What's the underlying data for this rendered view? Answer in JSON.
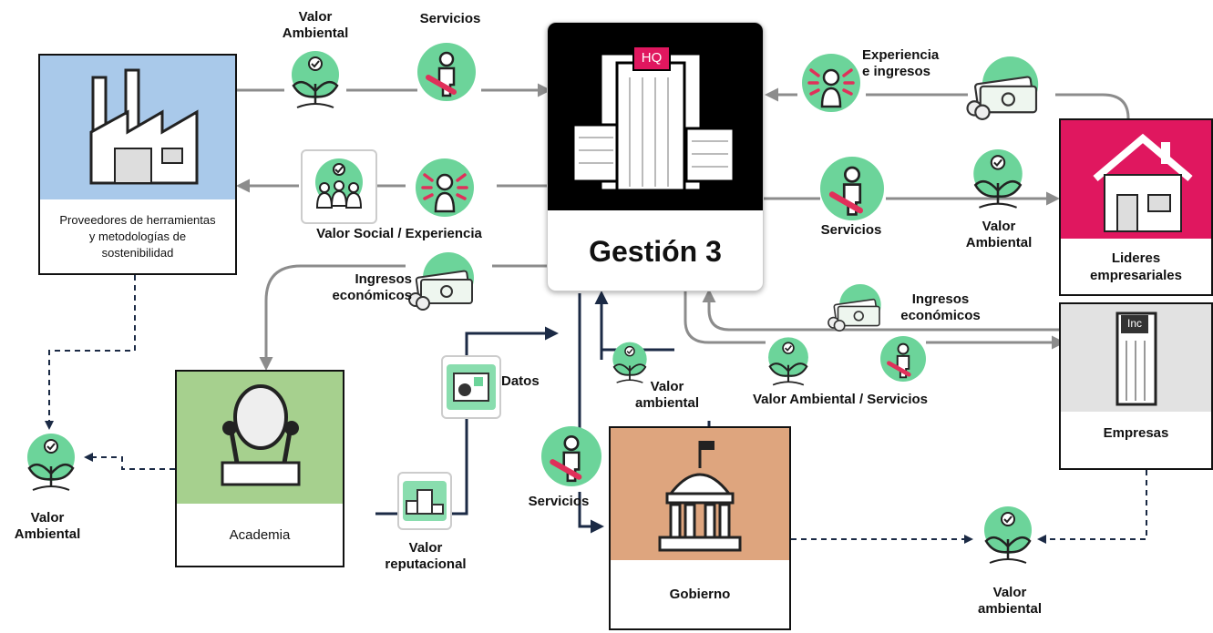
{
  "colors": {
    "accent_green": "#6cd49a",
    "tool_provider_blue": "#a9c9ea",
    "business_leader_pink": "#e0175f",
    "companies_gray": "#e2e2e2",
    "academia_green": "#a6d08e",
    "government_orange": "#dea57e",
    "arrow_gray": "#8c8c8c",
    "arrow_dark": "#1b2a45",
    "tool_red": "#e0305a"
  },
  "icons": {
    "sprout": "sprout-check-icon",
    "person": "person-wrench-icon",
    "speaker": "person-speaking-icon",
    "money": "money-bills-icon",
    "team": "team-meeting-icon",
    "data": "data-chart-icon",
    "podium": "podium-icon"
  },
  "nodes": {
    "center": {
      "title": "Gestión 3",
      "hq_sign": "HQ"
    },
    "providers": {
      "label": "Proveedores de herramientas\ny metodologías de\nsostenibilidad"
    },
    "leaders": {
      "label": "Lideres\nempresariales"
    },
    "companies": {
      "label": "Empresas",
      "inc_sign": "Inc"
    },
    "academia": {
      "label": "Academia"
    },
    "government": {
      "label": "Gobierno"
    }
  },
  "edge_labels": {
    "top_value": "Valor\nAmbiental",
    "top_services": "Servicios",
    "social": "Valor Social / Experiencia",
    "income_left": "Ingresos\neconómicos",
    "exp_income": "Experiencia\ne ingresos",
    "services_right": "Servicios",
    "value_right": "Valor\nAmbiental",
    "income_right": "Ingresos\neconómicos",
    "value_services": "Valor Ambiental / Servicios",
    "data": "Datos",
    "gov_value": "Valor\nambiental",
    "gov_services": "Servicios",
    "reputational": "Valor\nreputacional",
    "left_value": "Valor\nAmbiental",
    "bottom_value": "Valor\nambiental"
  }
}
